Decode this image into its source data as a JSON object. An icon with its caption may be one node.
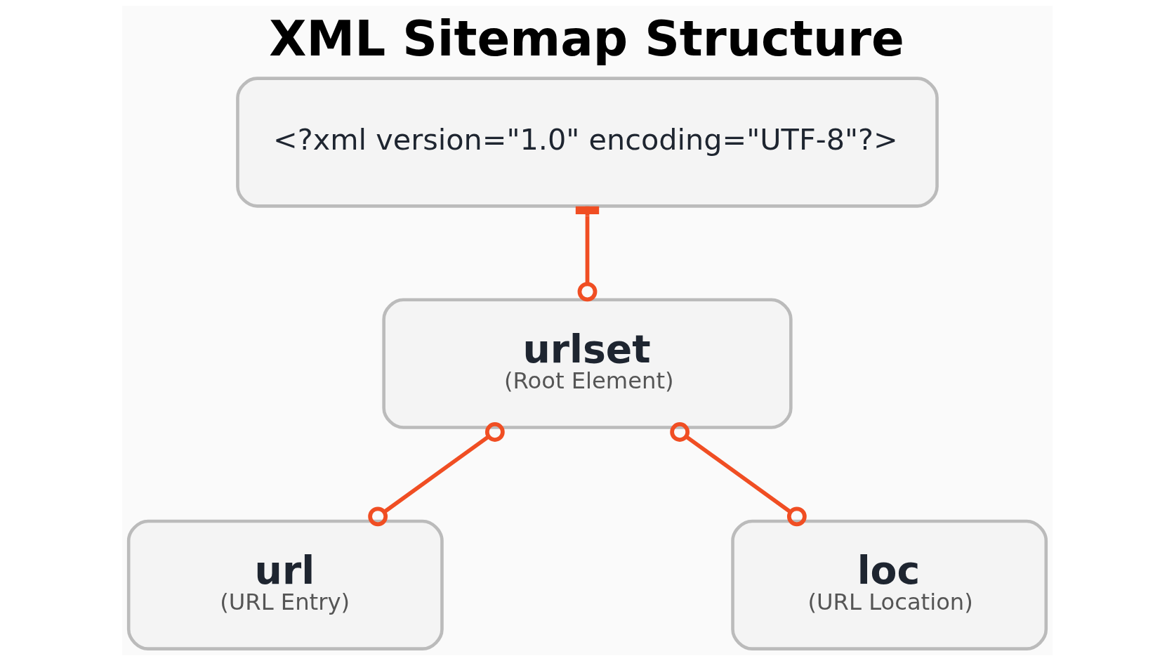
{
  "diagram": {
    "title": "XML Sitemap Structure",
    "nodes": [
      {
        "text": [
          "<?xml version=\"1.0\" encoding=\"UTF-8\"?>"
        ]
      },
      {
        "text": [
          "urlset",
          "(Root Element)"
        ]
      },
      {
        "text": [
          "url",
          "(URL Entry)"
        ]
      },
      {
        "text": [
          "loc",
          "(URL Location)"
        ]
      }
    ],
    "edges": [
      {
        "from": 0,
        "to": 1,
        "arrow": "other"
      },
      {
        "from": 1,
        "to": 2,
        "arrow": "other"
      },
      {
        "from": 1,
        "to": 3,
        "arrow": "other"
      }
    ]
  }
}
